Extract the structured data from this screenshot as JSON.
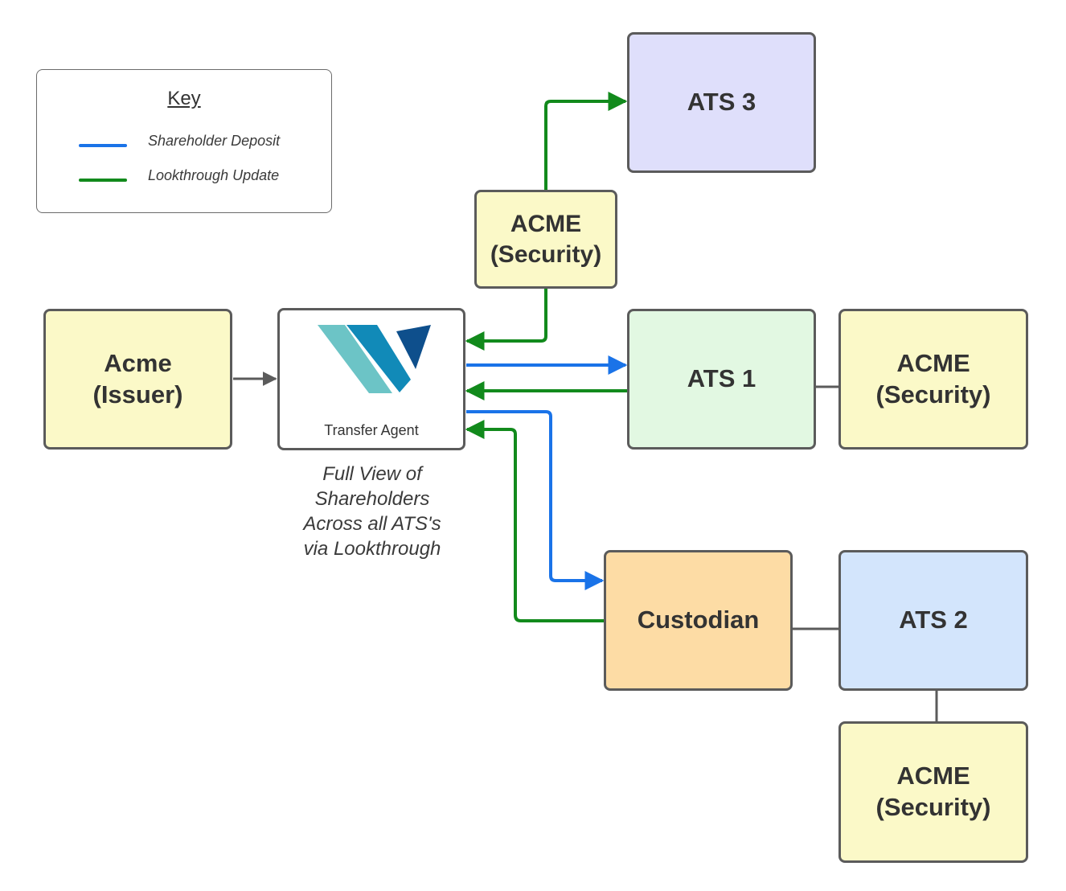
{
  "key": {
    "title": "Key",
    "items": [
      {
        "label": "Shareholder Deposit",
        "color": "#1a73e8"
      },
      {
        "label": "Lookthrough Update",
        "color": "#128a1c"
      }
    ]
  },
  "nodes": {
    "issuer": "Acme\n(Issuer)",
    "transfer_agent": "Transfer Agent",
    "ats3": "ATS 3",
    "security_top": "ACME\n(Security)",
    "ats1": "ATS 1",
    "security_ats1": "ACME\n(Security)",
    "custodian": "Custodian",
    "ats2": "ATS 2",
    "security_ats2": "ACME\n(Security)"
  },
  "caption": "Full View of\nShareholders\nAcross all ATS's\nvia Lookthrough",
  "colors": {
    "deposit": "#1a73e8",
    "lookthrough": "#128a1c",
    "connector": "#5b5b5b",
    "yellow": "#fbf9c8",
    "purple": "#dfdffb",
    "green": "#e2f8e2",
    "orange": "#fddca5",
    "blue": "#d3e5fc"
  }
}
